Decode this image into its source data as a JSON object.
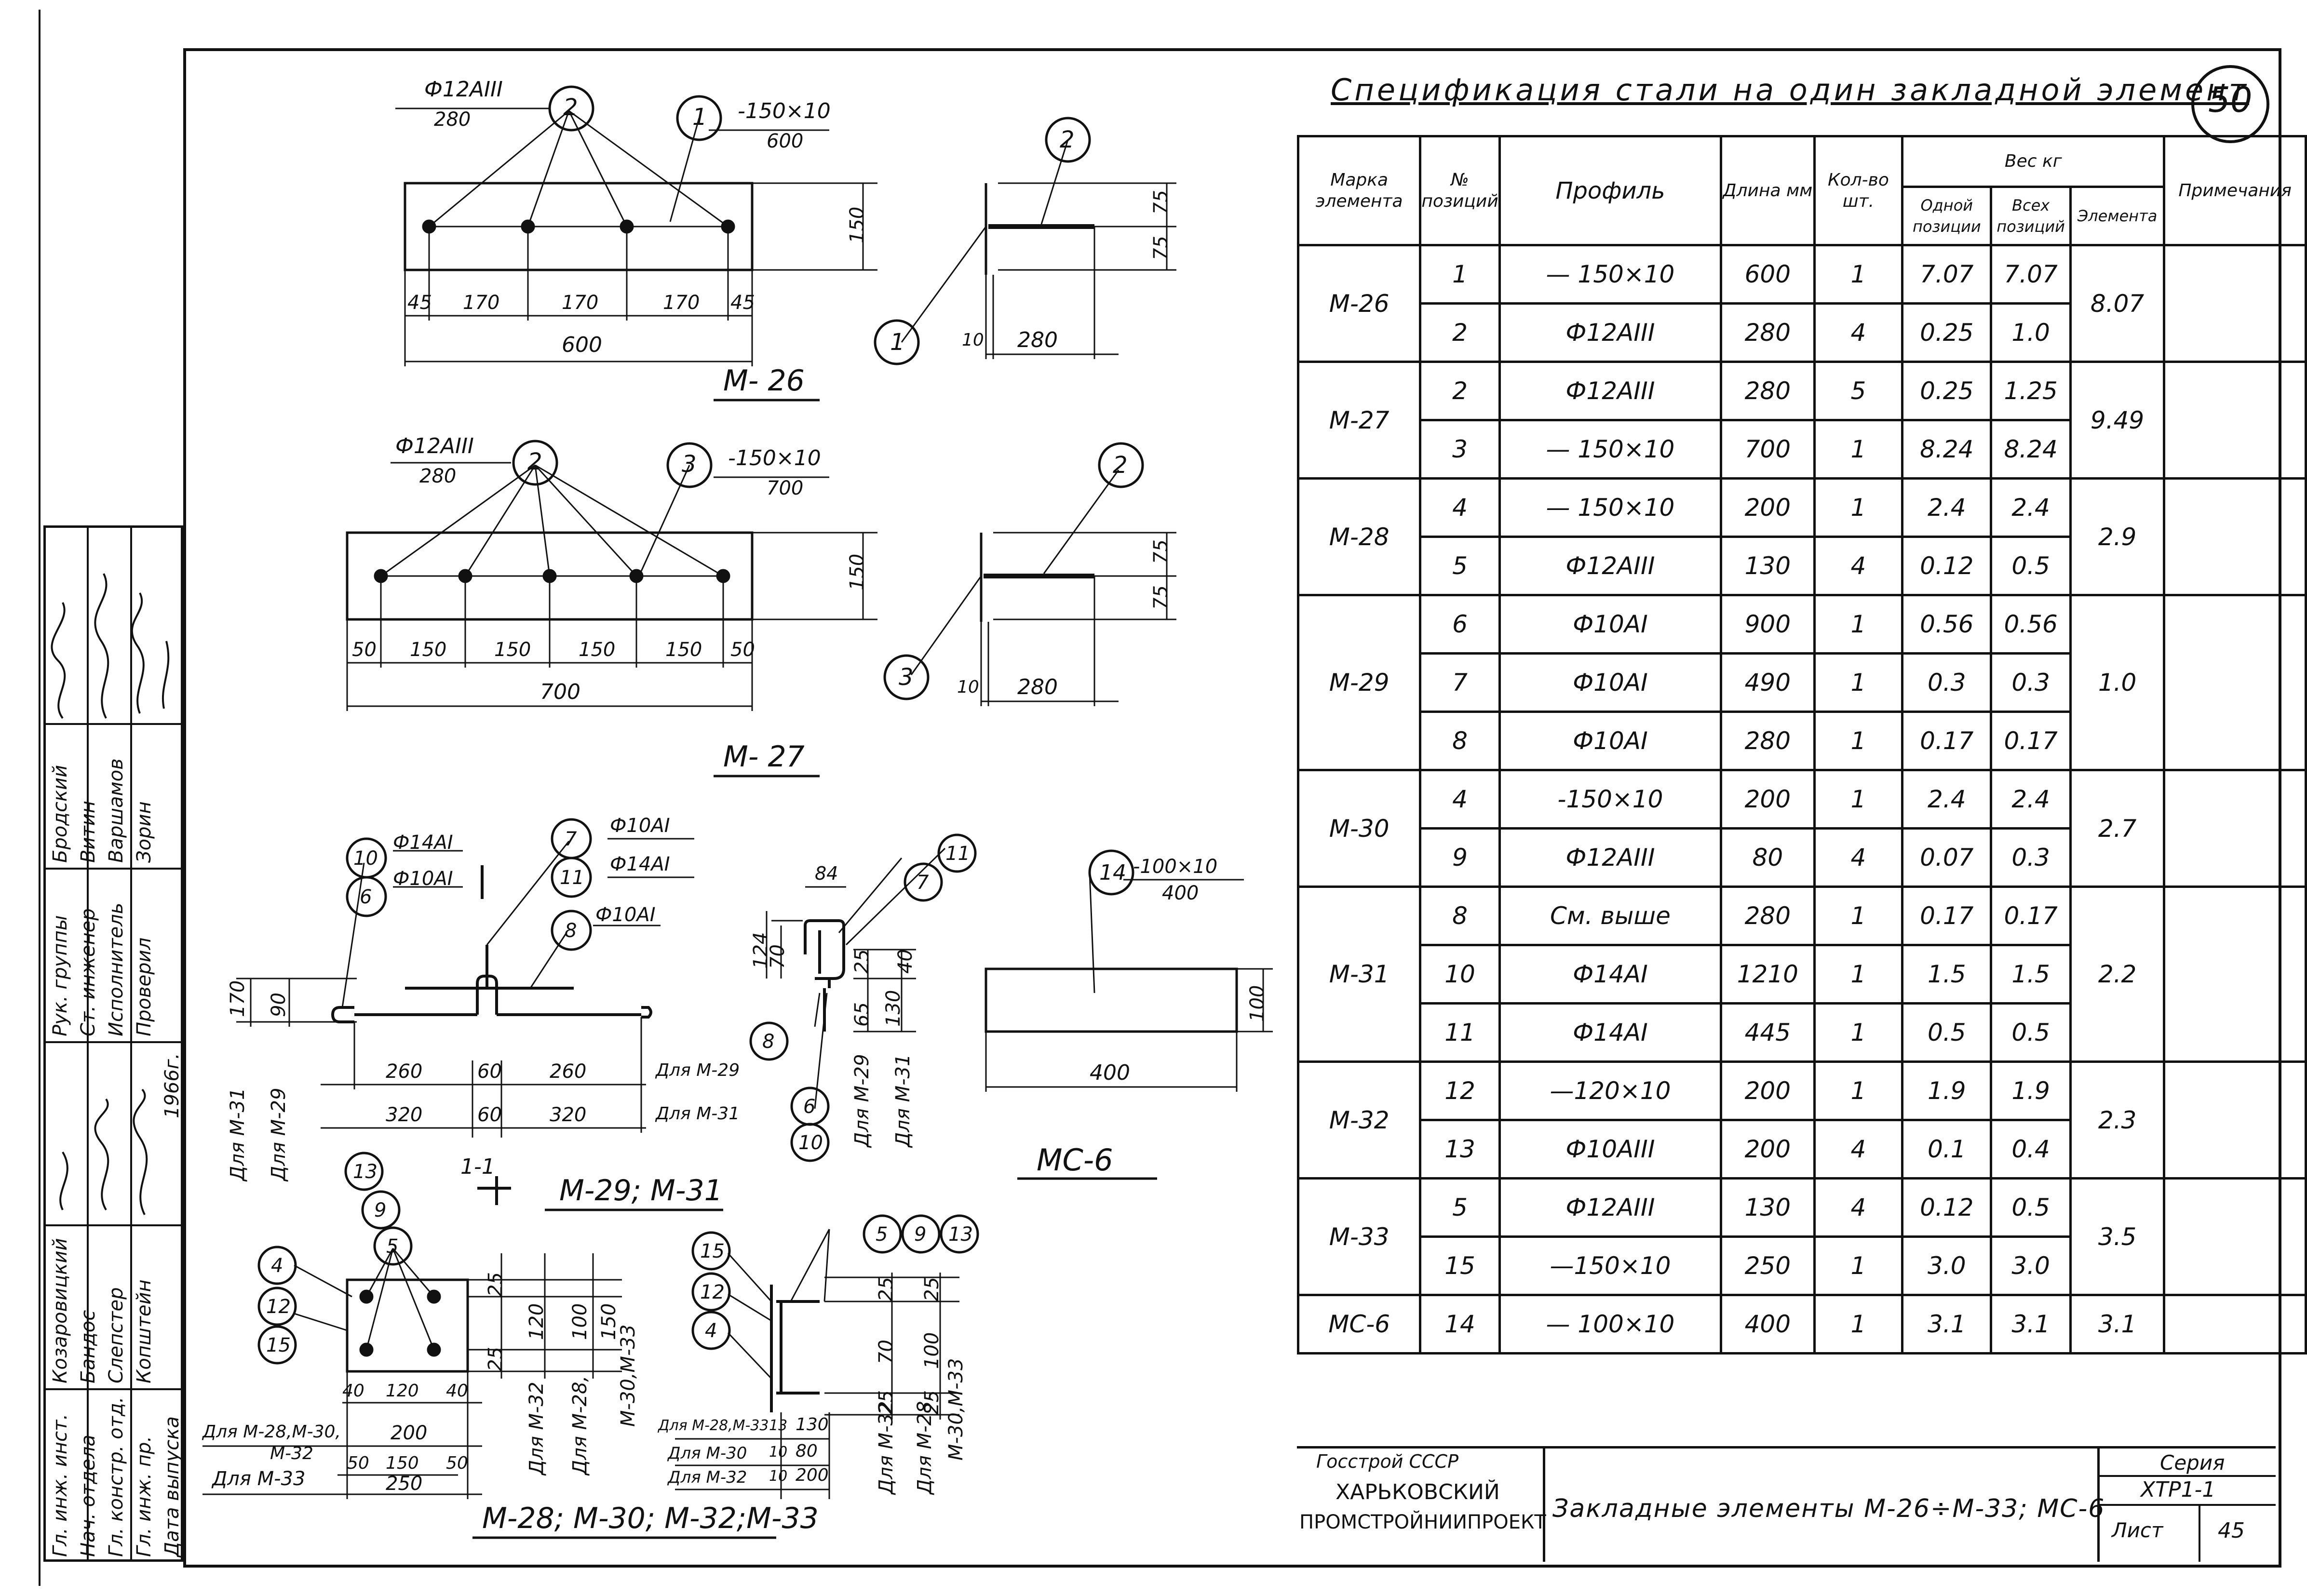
{
  "sheet_number_circle": "50",
  "spec": {
    "title": "Спецификация стали на один закладной элемент",
    "headers": {
      "mark": "Марка элемента",
      "pos": "№ позиций",
      "profile": "Профиль",
      "length": "Длина мм",
      "qty": "Кол-во шт.",
      "weight": "Вес кг",
      "w_one": "Одной позиции",
      "w_all": "Всех позиций",
      "w_elem": "Элемента",
      "note": "Примечания"
    },
    "groups": [
      {
        "mark": "М-26",
        "total": "8.07",
        "rows": [
          {
            "pos": "1",
            "profile": "— 150×10",
            "length": "600",
            "qty": "1",
            "one": "7.07",
            "all": "7.07"
          },
          {
            "pos": "2",
            "profile": "Ф12АIII",
            "length": "280",
            "qty": "4",
            "one": "0.25",
            "all": "1.0"
          }
        ]
      },
      {
        "mark": "М-27",
        "total": "9.49",
        "rows": [
          {
            "pos": "2",
            "profile": "Ф12АIII",
            "length": "280",
            "qty": "5",
            "one": "0.25",
            "all": "1.25"
          },
          {
            "pos": "3",
            "profile": "— 150×10",
            "length": "700",
            "qty": "1",
            "one": "8.24",
            "all": "8.24"
          }
        ]
      },
      {
        "mark": "М-28",
        "total": "2.9",
        "rows": [
          {
            "pos": "4",
            "profile": "— 150×10",
            "length": "200",
            "qty": "1",
            "one": "2.4",
            "all": "2.4"
          },
          {
            "pos": "5",
            "profile": "Ф12АIII",
            "length": "130",
            "qty": "4",
            "one": "0.12",
            "all": "0.5"
          }
        ]
      },
      {
        "mark": "М-29",
        "total": "1.0",
        "rows": [
          {
            "pos": "6",
            "profile": "Ф10АI",
            "length": "900",
            "qty": "1",
            "one": "0.56",
            "all": "0.56"
          },
          {
            "pos": "7",
            "profile": "Ф10АI",
            "length": "490",
            "qty": "1",
            "one": "0.3",
            "all": "0.3"
          },
          {
            "pos": "8",
            "profile": "Ф10АI",
            "length": "280",
            "qty": "1",
            "one": "0.17",
            "all": "0.17"
          }
        ]
      },
      {
        "mark": "М-30",
        "total": "2.7",
        "rows": [
          {
            "pos": "4",
            "profile": "-150×10",
            "length": "200",
            "qty": "1",
            "one": "2.4",
            "all": "2.4"
          },
          {
            "pos": "9",
            "profile": "Ф12АIII",
            "length": "80",
            "qty": "4",
            "one": "0.07",
            "all": "0.3"
          }
        ]
      },
      {
        "mark": "М-31",
        "total": "2.2",
        "rows": [
          {
            "pos": "8",
            "profile": "См. выше",
            "length": "280",
            "qty": "1",
            "one": "0.17",
            "all": "0.17"
          },
          {
            "pos": "10",
            "profile": "Ф14АI",
            "length": "1210",
            "qty": "1",
            "one": "1.5",
            "all": "1.5"
          },
          {
            "pos": "11",
            "profile": "Ф14АI",
            "length": "445",
            "qty": "1",
            "one": "0.5",
            "all": "0.5"
          }
        ]
      },
      {
        "mark": "М-32",
        "total": "2.3",
        "rows": [
          {
            "pos": "12",
            "profile": "—120×10",
            "length": "200",
            "qty": "1",
            "one": "1.9",
            "all": "1.9"
          },
          {
            "pos": "13",
            "profile": "Ф10АIII",
            "length": "200",
            "qty": "4",
            "one": "0.1",
            "all": "0.4"
          }
        ]
      },
      {
        "mark": "М-33",
        "total": "3.5",
        "rows": [
          {
            "pos": "5",
            "profile": "Ф12АIII",
            "length": "130",
            "qty": "4",
            "one": "0.12",
            "all": "0.5"
          },
          {
            "pos": "15",
            "profile": "—150×10",
            "length": "250",
            "qty": "1",
            "one": "3.0",
            "all": "3.0"
          }
        ]
      },
      {
        "mark": "МС-6",
        "total": "3.1",
        "rows": [
          {
            "pos": "14",
            "profile": "— 100×10",
            "length": "400",
            "qty": "1",
            "one": "3.1",
            "all": "3.1"
          }
        ]
      }
    ]
  },
  "drawings": {
    "m26": {
      "label": "М- 26",
      "rebar": "Ф12АIII",
      "rebar_len": "280",
      "plate": "-150×10",
      "plate_len": "600",
      "dims": [
        "45",
        "170",
        "170",
        "170",
        "45"
      ],
      "total": "600",
      "height": "150",
      "side": {
        "a": "75",
        "b": "75",
        "c": "10",
        "d": "280"
      },
      "bubbles": [
        "2",
        "1"
      ]
    },
    "m27": {
      "label": "М- 27",
      "rebar": "Ф12АIII",
      "rebar_len": "280",
      "plate": "-150×10",
      "plate_len": "700",
      "dims": [
        "50",
        "150",
        "150",
        "150",
        "150",
        "50"
      ],
      "total": "700",
      "height": "150",
      "side": {
        "a": "75",
        "b": "75",
        "c": "10",
        "d": "280"
      },
      "bubbles": [
        "2",
        "3"
      ]
    },
    "m29": {
      "label": "М-29; М-31",
      "section": "1-1",
      "callouts": [
        {
          "n": "10",
          "t": "Ф14АI"
        },
        {
          "n": "6",
          "t": "Ф10АI"
        },
        {
          "n": "7",
          "t": "Ф10АI"
        },
        {
          "n": "11",
          "t": "Ф14АI"
        },
        {
          "n": "8",
          "t": "Ф10АI"
        }
      ],
      "dims_top": [
        "260",
        "60",
        "260"
      ],
      "for_m29": "Для М-29",
      "dims_bot": [
        "320",
        "60",
        "320"
      ],
      "for_m31": "Для М-31",
      "heights": [
        "170",
        "90"
      ],
      "vlabels": [
        "Для М-31",
        "Для М-29"
      ],
      "detail": {
        "w": "84",
        "h1": "124",
        "h2": "70",
        "d1": "25",
        "d2": "65",
        "d3": "40",
        "d4": "130",
        "vl1": "Для М-29",
        "vl2": "Для М-31",
        "bubbles": [
          "7",
          "11",
          "8",
          "6",
          "10"
        ]
      }
    },
    "mc6": {
      "label": "МС-6",
      "bubble": "14",
      "plate": "-100×10",
      "plate_len": "400",
      "width": "400",
      "height": "100"
    },
    "m28": {
      "label": "М-28; М-30; М-32;М-33",
      "bubbles_left": [
        "4",
        "12",
        "15"
      ],
      "bubbles_top": [
        "13",
        "9",
        "5"
      ],
      "dims": [
        "40",
        "120",
        "40"
      ],
      "dim_200": "200",
      "dims2": [
        "50",
        "150",
        "50"
      ],
      "dim_250": "250",
      "for_a": "Для М-28,М-30,",
      "for_a2": "М-32",
      "for_b": "Для М-33",
      "heights": [
        "25",
        "120",
        "25",
        "100",
        "150"
      ],
      "vlabels": [
        "Для М-32",
        "Для М-28,",
        "М-30,М-33"
      ],
      "side_bubbles": [
        "15",
        "12",
        "4",
        "5",
        "9",
        "13"
      ],
      "side_dims": [
        "25",
        "70",
        "25",
        "25",
        "100",
        "25"
      ],
      "side_table": [
        {
          "t": "Для М-28,М-33",
          "a": "13",
          "b": "130"
        },
        {
          "t": "Для М-30",
          "a": "10",
          "b": "80"
        },
        {
          "t": "Для М-32",
          "a": "10",
          "b": "200"
        }
      ],
      "side_vlabels": [
        "Для М-32",
        "Для М-28,",
        "М-30,М-33"
      ]
    }
  },
  "stamp_left": {
    "rows": [
      {
        "role": "Рук. группы",
        "name": "Бродский"
      },
      {
        "role": "Ст. инженер",
        "name": "Витин"
      },
      {
        "role": "Исполнитель",
        "name": "Варшамов"
      },
      {
        "role": "Проверил",
        "name": "Зорин"
      },
      {
        "role": "Гл. инж. инст.",
        "name": "Козаровицкий"
      },
      {
        "role": "Нач. отдела",
        "name": "Бандос"
      },
      {
        "role": "Гл. констр. отд.",
        "name": "Слепстер"
      },
      {
        "role": "Гл. инж. пр.",
        "name": "Копштейн"
      },
      {
        "role": "Дата выпуска",
        "name": ""
      }
    ],
    "year": "1966г."
  },
  "title_block": {
    "org1": "Госстрой СССР",
    "org2": "ХАРЬКОВСКИЙ",
    "org3": "ПРОМСТРОЙНИИПРОЕКТ",
    "title": "Закладные элементы М-26÷М-33; МС-6",
    "series_label": "Серия",
    "series": "ХТР1-1",
    "sheet_label": "Лист",
    "sheet": "45"
  }
}
